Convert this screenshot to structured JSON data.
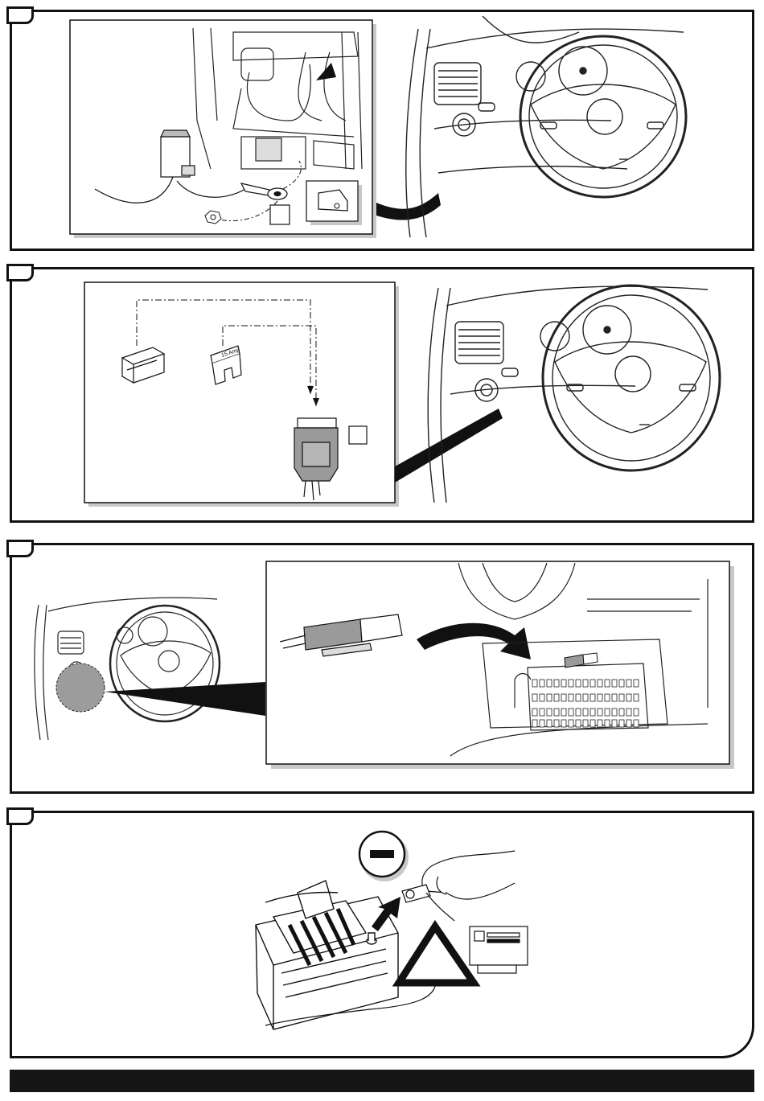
{
  "document": {
    "step_count": 4,
    "steps": [
      {
        "id": "step-1",
        "label": ""
      },
      {
        "id": "step-2",
        "label": ""
      },
      {
        "id": "step-3",
        "label": ""
      },
      {
        "id": "step-4",
        "label": ""
      }
    ],
    "fuse_text": "15 Amp",
    "battery_terminal_symbol": "−",
    "icons": [
      "car-door-icon",
      "warning-triangle-icon",
      "manual-reference-icon",
      "negative-terminal-icon"
    ]
  }
}
